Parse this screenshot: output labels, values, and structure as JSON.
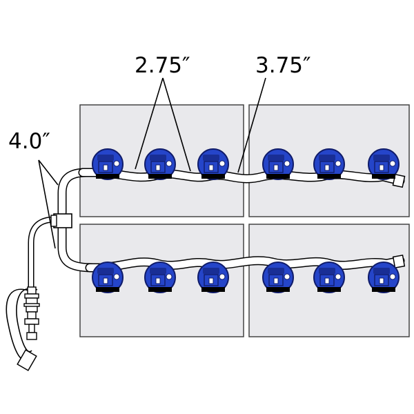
{
  "dimensions": {
    "tube_short": "2.75″",
    "tube_long": "3.75″",
    "tube_tee": "4.0″"
  },
  "layout": {
    "battery_count": 4,
    "caps_per_row": 6,
    "rows": 2
  },
  "colors": {
    "battery_fill": "#e9e9ec",
    "battery_stroke": "#444444",
    "cap_blue": "#2545c9",
    "cap_blue_dark": "#101c6a",
    "tube_fill": "#ffffff",
    "line": "#000000"
  },
  "icons": {
    "cap": "watering-cap-icon",
    "tee": "tee-fitting-icon",
    "connector": "hose-connector-icon"
  }
}
